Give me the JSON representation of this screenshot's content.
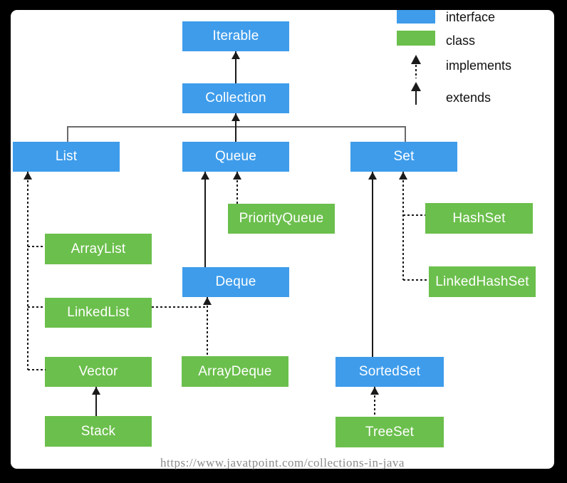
{
  "colors": {
    "interface_fill": "#3e9ceb",
    "class_fill": "#6bbf4c",
    "node_text": "#ffffff",
    "arrow_color": "#1a1a1a",
    "line_color": "#6b6b6b",
    "legend_text": "#111111",
    "footer_text": "#8c8c8c",
    "page_bg": "#000000",
    "panel_bg": "#ffffff"
  },
  "nodes": {
    "iterable": {
      "label": "Iterable",
      "type": "interface"
    },
    "collection": {
      "label": "Collection",
      "type": "interface"
    },
    "list": {
      "label": "List",
      "type": "interface"
    },
    "queue": {
      "label": "Queue",
      "type": "interface"
    },
    "set": {
      "label": "Set",
      "type": "interface"
    },
    "priorityqueue": {
      "label": "PriorityQueue",
      "type": "class"
    },
    "hashset": {
      "label": "HashSet",
      "type": "class"
    },
    "arraylist": {
      "label": "ArrayList",
      "type": "class"
    },
    "deque": {
      "label": "Deque",
      "type": "interface"
    },
    "linkedhashset": {
      "label": "LinkedHashSet",
      "type": "class"
    },
    "linkedlist": {
      "label": "LinkedList",
      "type": "class"
    },
    "vector": {
      "label": "Vector",
      "type": "class"
    },
    "arraydeque": {
      "label": "ArrayDeque",
      "type": "class"
    },
    "sortedset": {
      "label": "SortedSet",
      "type": "interface"
    },
    "stack": {
      "label": "Stack",
      "type": "class"
    },
    "treeset": {
      "label": "TreeSet",
      "type": "class"
    }
  },
  "edges": [
    {
      "from": "Collection",
      "to": "Iterable",
      "type": "extends"
    },
    {
      "from": "List",
      "to": "Collection",
      "type": "extends"
    },
    {
      "from": "Queue",
      "to": "Collection",
      "type": "extends"
    },
    {
      "from": "Set",
      "to": "Collection",
      "type": "extends"
    },
    {
      "from": "PriorityQueue",
      "to": "Queue",
      "type": "implements"
    },
    {
      "from": "Deque",
      "to": "Queue",
      "type": "extends"
    },
    {
      "from": "ArrayList",
      "to": "List",
      "type": "implements"
    },
    {
      "from": "LinkedList",
      "to": "List",
      "type": "implements"
    },
    {
      "from": "Vector",
      "to": "List",
      "type": "implements"
    },
    {
      "from": "LinkedList",
      "to": "Deque",
      "type": "implements"
    },
    {
      "from": "ArrayDeque",
      "to": "Deque",
      "type": "implements"
    },
    {
      "from": "Stack",
      "to": "Vector",
      "type": "extends"
    },
    {
      "from": "HashSet",
      "to": "Set",
      "type": "implements"
    },
    {
      "from": "LinkedHashSet",
      "to": "Set",
      "type": "implements"
    },
    {
      "from": "SortedSet",
      "to": "Set",
      "type": "extends"
    },
    {
      "from": "TreeSet",
      "to": "SortedSet",
      "type": "implements"
    }
  ],
  "legend": {
    "interface_label": "interface",
    "class_label": "class",
    "implements_label": "implements",
    "extends_label": "extends"
  },
  "footer": {
    "url": "https://www.javatpoint.com/collections-in-java"
  }
}
